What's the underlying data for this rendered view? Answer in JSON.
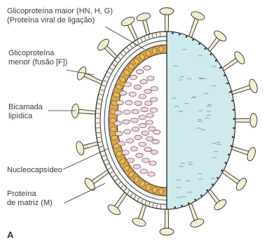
{
  "labels": {
    "major_glycoprotein": {
      "line1": "Glicoproteína maior (HN, H, G)",
      "line2": "(Proteína viral de ligação)"
    },
    "minor_glycoprotein": {
      "line1": "Glicoproteína",
      "line2": "menor (fusão [F])"
    },
    "lipid_bilayer": {
      "line1": "Bicamada",
      "line2": "lipídica"
    },
    "nucleocapsid": {
      "line1": "Nucleocapsídeo"
    },
    "matrix_protein": {
      "line1": "Proteína",
      "line2": "de matriz (M)"
    }
  },
  "figure_letter": "A",
  "colors": {
    "envelope_surface": "#cfeaec",
    "matrix_layer": "#d9a64a",
    "nucleocapsid_bead": "#eed9e2",
    "spike_fill": "#f3eed2",
    "outline": "#2e2e2e"
  }
}
